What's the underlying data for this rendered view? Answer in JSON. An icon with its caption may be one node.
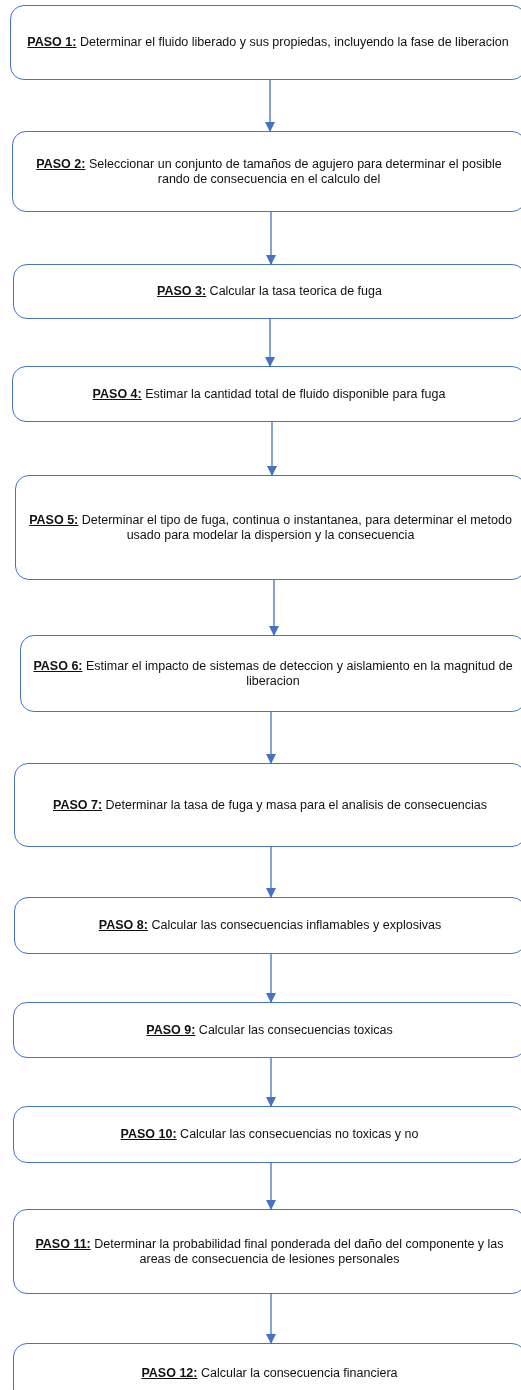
{
  "diagram": {
    "nodes": [
      {
        "text": [
          "**PASO 1:** Determinar el fluido liberado y sus propiedas, incluyendo la fase de liberacion"
        ]
      },
      {
        "text": [
          "**PASO 2:** Seleccionar un conjunto de tamaños de agujero para determinar el posible rando de consecuencia en el calculo del"
        ]
      },
      {
        "text": [
          "**PASO 3:** Calcular la tasa teorica de fuga"
        ]
      },
      {
        "text": [
          "**PASO 4:** Estimar la cantidad total de fluido disponible para fuga"
        ]
      },
      {
        "text": [
          "**PASO 5:** Determinar el tipo de fuga, continua o instantanea, para determinar el metodo usado para modelar la dispersion y la consecuencia"
        ]
      },
      {
        "text": [
          "**PASO 6:** Estimar el impacto de sistemas de deteccion y aislamiento en la magnitud de liberacion"
        ]
      },
      {
        "text": [
          "**PASO 7:** Determinar la tasa de fuga y masa para el analisis de consecuencias"
        ]
      },
      {
        "text": [
          "**PASO 8:** Calcular las consecuencias inflamables y explosivas"
        ]
      },
      {
        "text": [
          "**PASO 9:** Calcular las consecuencias toxicas"
        ]
      },
      {
        "text": [
          "**PASO 10:** Calcular las consecuencias no toxicas y no"
        ]
      },
      {
        "text": [
          "**PASO 11:** Determinar la probabilidad final ponderada del daño del componente y las areas de consecuencia de lesiones personales"
        ]
      },
      {
        "text": [
          "**PASO 12:** Calcular la consecuencia financiera"
        ]
      }
    ],
    "edges": [
      {
        "from": 0,
        "to": 1,
        "arrow": "to"
      },
      {
        "from": 1,
        "to": 2,
        "arrow": "to"
      },
      {
        "from": 2,
        "to": 3,
        "arrow": "to"
      },
      {
        "from": 3,
        "to": 4,
        "arrow": "to"
      },
      {
        "from": 4,
        "to": 5,
        "arrow": "to"
      },
      {
        "from": 5,
        "to": 6,
        "arrow": "to"
      },
      {
        "from": 6,
        "to": 7,
        "arrow": "to"
      },
      {
        "from": 7,
        "to": 8,
        "arrow": "to"
      },
      {
        "from": 8,
        "to": 9,
        "arrow": "to"
      },
      {
        "from": 9,
        "to": 10,
        "arrow": "to"
      },
      {
        "from": 10,
        "to": 11,
        "arrow": "to"
      }
    ]
  }
}
